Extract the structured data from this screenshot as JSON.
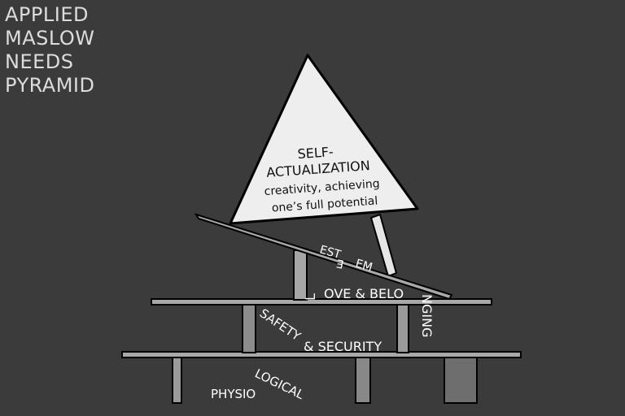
{
  "title": {
    "lines": [
      "APPLIED",
      "MASLOW",
      "NEEDS",
      "PYRAMID"
    ]
  },
  "levels": {
    "self_actualization": {
      "heading_line1": "SELF-",
      "heading_line2": "ACTUALIZATION",
      "detail_line1": "creativity, achieving",
      "detail_line2": "one’s full potential"
    },
    "esteem": {
      "label_a": "EST",
      "label_b": "E",
      "label_c": "EM"
    },
    "love": {
      "label_a": "L",
      "label_b": "OVE & BELO",
      "label_c": "NGING"
    },
    "safety": {
      "label_a": "SAFETY",
      "label_b": "& SECURITY"
    },
    "physiological": {
      "label_a": "PHYSIO",
      "label_b": "LOGICAL"
    }
  }
}
